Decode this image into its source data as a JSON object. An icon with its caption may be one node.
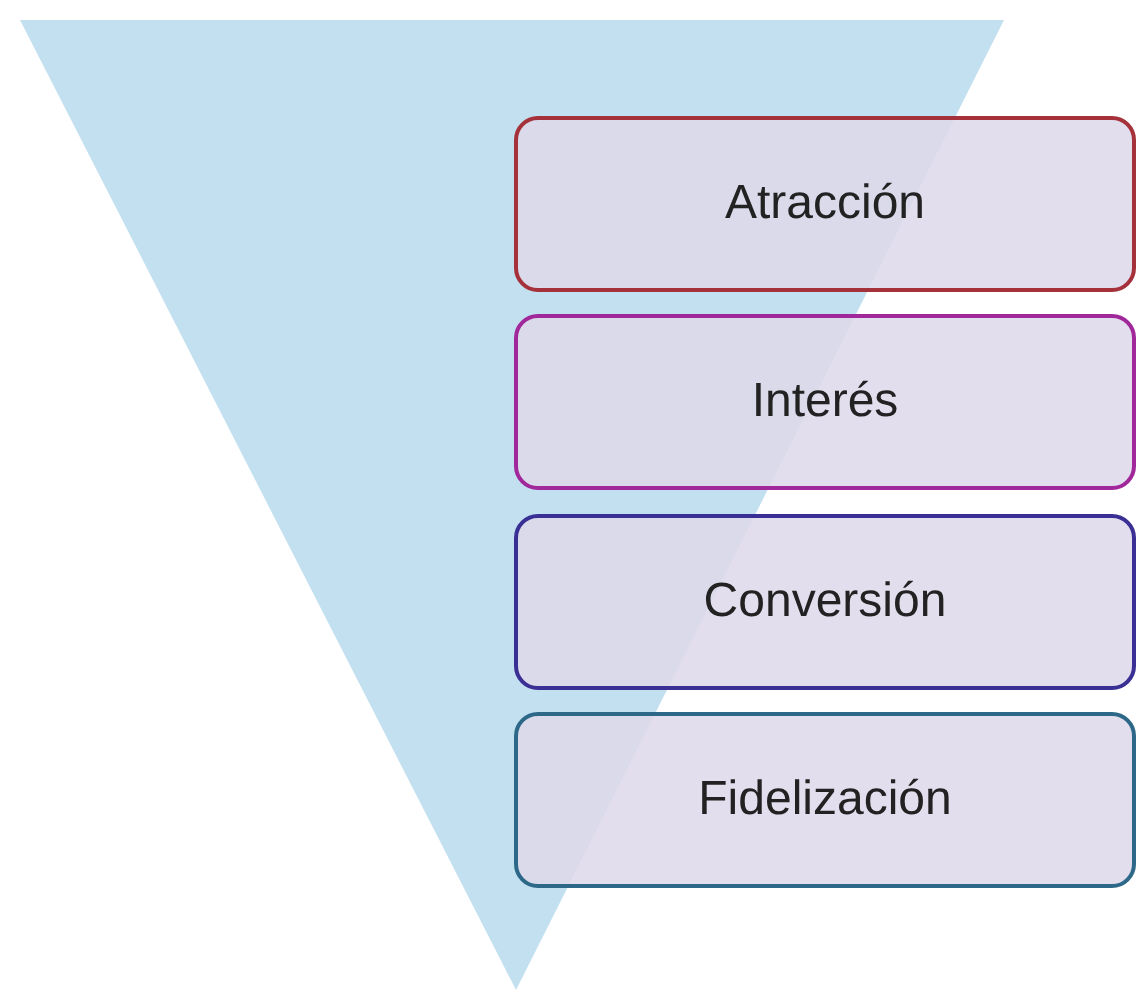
{
  "diagram": {
    "nodes": [
      {
        "text": [
          "Atracción"
        ]
      },
      {
        "text": [
          "Interés"
        ]
      },
      {
        "text": [
          "Conversión"
        ]
      },
      {
        "text": [
          "Fidelización"
        ]
      }
    ]
  }
}
